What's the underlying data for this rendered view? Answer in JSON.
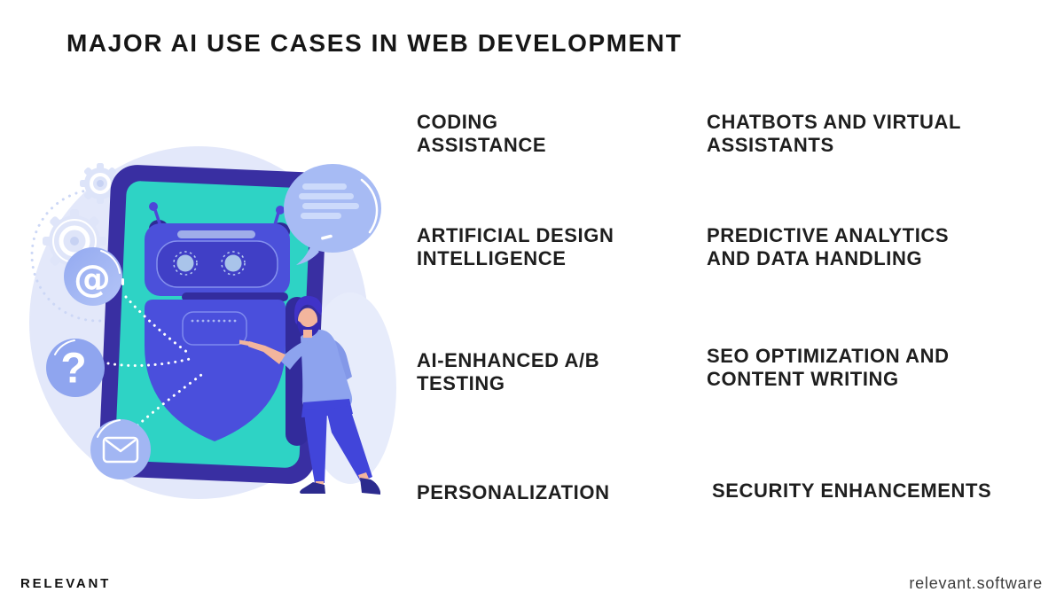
{
  "title": "MAJOR AI USE CASES IN WEB DEVELOPMENT",
  "use_cases": {
    "left": [
      "CODING\nASSISTANCE",
      "ARTIFICIAL DESIGN\nINTELLIGENCE",
      "AI-ENHANCED A/B\nTESTING",
      "PERSONALIZATION"
    ],
    "right": [
      "CHATBOTS AND VIRTUAL\nASSISTANTS",
      "PREDICTIVE ANALYTICS\nAND DATA HANDLING",
      "SEO OPTIMIZATION AND\nCONTENT WRITING",
      "SECURITY ENHANCEMENTS"
    ]
  },
  "footer": {
    "brand": "RELEVANT",
    "website": "relevant.software"
  },
  "illustration": {
    "description": "Chatbot robot on a tablet screen, man pointing at the screen, speech bubble with text lines, at-sign / question-mark / envelope bubbles and gears",
    "icon_names": [
      "gear-icon",
      "at-sign-icon",
      "question-mark-icon",
      "envelope-icon",
      "speech-bubble-icon",
      "robot-icon",
      "tablet",
      "person-figure"
    ],
    "glyphs": {
      "at_sign": "@",
      "question_mark": "?"
    },
    "colors": {
      "background_circle": "#e3e8fa",
      "tablet_body": "#392fa2",
      "tablet_screen": "#2ed3c5",
      "robot_blue": "#4b50da",
      "robot_panel": "#403fc6",
      "bubble": "#a7bbf4",
      "bubble_lines": "#ccdafb",
      "icon_circle": "#9db1f1",
      "shirt": "#8da3ee",
      "pants": "#4145da",
      "skin": "#f3b59d",
      "hair": "#4033c8",
      "shoes": "#2c2b8e"
    }
  },
  "colors": {
    "page_background": "#ffffff",
    "heading_text": "#161616",
    "item_text": "#1e1e1e",
    "footer_text": "#3d3d3d"
  }
}
